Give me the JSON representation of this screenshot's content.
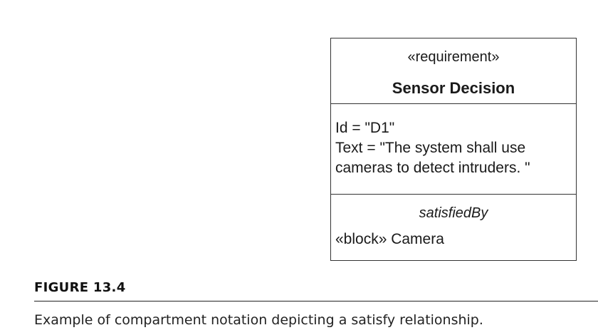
{
  "requirement": {
    "stereotype": "«requirement»",
    "name": "Sensor Decision",
    "properties": [
      "Id = \"D1\"",
      "Text = \"The system shall use",
      "cameras to detect intruders. \""
    ],
    "relationship": {
      "label": "satisfiedBy",
      "item": "«block» Camera"
    }
  },
  "figure": {
    "label": "FIGURE 13.4",
    "caption": "Example of compartment notation depicting a satisfy relationship."
  }
}
